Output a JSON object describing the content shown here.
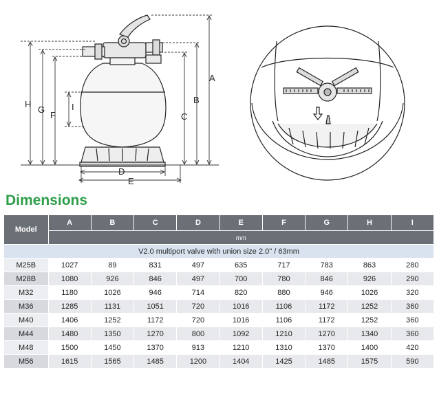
{
  "diagram": {
    "labels": [
      "A",
      "B",
      "C",
      "D",
      "E",
      "F",
      "G",
      "H",
      "I"
    ]
  },
  "section_title": "Dimensions",
  "table": {
    "model_header": "Model",
    "columns": [
      "A",
      "B",
      "C",
      "D",
      "E",
      "F",
      "G",
      "H",
      "I"
    ],
    "units": "mm",
    "note": "V2.0 multiport valve with union size 2.0\" / 63mm",
    "rows": [
      {
        "model": "M25B",
        "values": [
          "1027",
          "89",
          "831",
          "497",
          "635",
          "717",
          "783",
          "863",
          "280"
        ]
      },
      {
        "model": "M28B",
        "values": [
          "1080",
          "926",
          "846",
          "497",
          "700",
          "780",
          "846",
          "926",
          "290"
        ]
      },
      {
        "model": "M32",
        "values": [
          "1180",
          "1026",
          "946",
          "714",
          "820",
          "880",
          "946",
          "1026",
          "320"
        ]
      },
      {
        "model": "M36",
        "values": [
          "1285",
          "1131",
          "1051",
          "720",
          "1016",
          "1106",
          "1172",
          "1252",
          "360"
        ]
      },
      {
        "model": "M40",
        "values": [
          "1406",
          "1252",
          "1172",
          "720",
          "1016",
          "1106",
          "1172",
          "1252",
          "360"
        ]
      },
      {
        "model": "M44",
        "values": [
          "1480",
          "1350",
          "1270",
          "800",
          "1092",
          "1210",
          "1270",
          "1340",
          "360"
        ]
      },
      {
        "model": "M48",
        "values": [
          "1500",
          "1450",
          "1370",
          "913",
          "1210",
          "1310",
          "1370",
          "1400",
          "420"
        ]
      },
      {
        "model": "M56",
        "values": [
          "1615",
          "1565",
          "1485",
          "1200",
          "1404",
          "1425",
          "1485",
          "1575",
          "590"
        ]
      }
    ]
  }
}
